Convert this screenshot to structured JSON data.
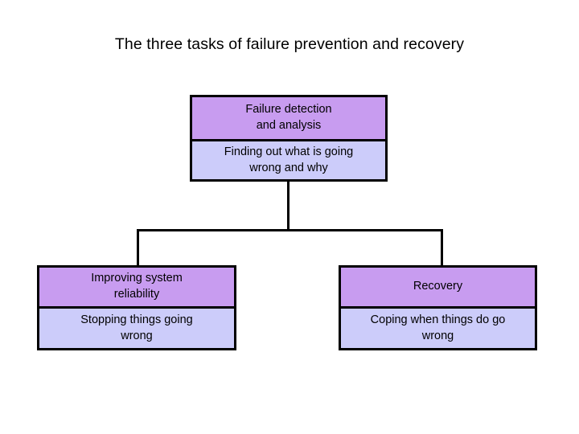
{
  "slide": {
    "title": "The three tasks of failure prevention and recovery",
    "background_color": "#ffffff"
  },
  "palette": {
    "header_fill": "#c89cf0",
    "body_fill": "#ccccfa",
    "border": "#000000",
    "text": "#000000"
  },
  "diagram": {
    "type": "hierarchy",
    "root": {
      "id": "failure-detection",
      "header": "Failure detection and analysis",
      "header_lines": "Failure detection\nand analysis",
      "body": "Finding out what is going wrong and why",
      "body_lines": "Finding out what is going\nwrong and why"
    },
    "children": [
      {
        "id": "improving-system-reliability",
        "header": "Improving system reliability",
        "header_lines": "Improving system\nreliability",
        "body": "Stopping things going wrong",
        "body_lines": "Stopping things going\nwrong"
      },
      {
        "id": "recovery",
        "header": "Recovery",
        "header_lines": "Recovery",
        "body": "Coping when things do go wrong",
        "body_lines": "Coping when things do go\nwrong"
      }
    ]
  }
}
